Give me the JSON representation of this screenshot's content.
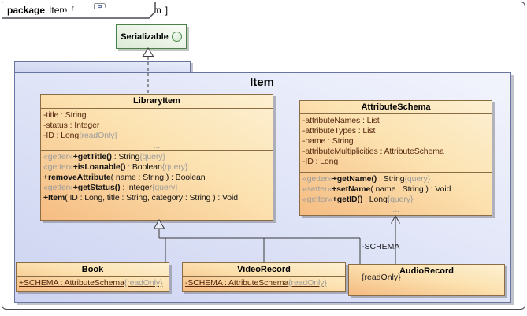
{
  "colors": {
    "class_fill": "#f5bc82",
    "class_border": "#8a6d45",
    "package_fill": "#cdd4f1",
    "package_border": "#6a74a0",
    "interface_border": "#4b8048",
    "attribute_text": "#56280e",
    "muted_text": "#9c9c9c"
  },
  "frame_header": {
    "kind": "package",
    "name": "Item",
    "open_bracket": "[",
    "diagram_ref": "domain.Item",
    "close_bracket": "]"
  },
  "package": {
    "title": "Item"
  },
  "interface": {
    "name": "Serializable"
  },
  "classes": {
    "library_item": {
      "name": "LibraryItem",
      "attributes": [
        {
          "main": "-title : String"
        },
        {
          "main": "-status : Integer"
        },
        {
          "main": "-ID : Long",
          "tag": "{readOnly}"
        }
      ],
      "attributes_more": "...",
      "operations": [
        {
          "stereo": "«getter»",
          "name": "+getTitle()",
          "rest": " : String",
          "tag": "{query}"
        },
        {
          "stereo": "«getter»",
          "name": "+isLoanable()",
          "rest": " : Boolean",
          "tag": "{query}"
        },
        {
          "name": "+removeAttribute",
          "rest": "( name : String ) : Boolean"
        },
        {
          "stereo": "«getter»",
          "name": "+getStatus()",
          "rest": " : Integer",
          "tag": "{query}"
        },
        {
          "name": "+Item",
          "rest": "( ID : Long, title : String, category : String ) : Void"
        }
      ],
      "operations_more": "..."
    },
    "attribute_schema": {
      "name": "AttributeSchema",
      "attributes": [
        {
          "main": "-attributeNames : List"
        },
        {
          "main": "-attributeTypes : List"
        },
        {
          "main": "-name : String"
        },
        {
          "main": "-attributeMultiplicities : AttributeSchema"
        },
        {
          "main": "-ID : Long"
        }
      ],
      "operations": [
        {
          "stereo": "«getter»",
          "name": "+getName()",
          "rest": " : String",
          "tag": "{query}"
        },
        {
          "stereo": "«setter»",
          "name": "+setName",
          "rest": "( name : String ) : Void"
        },
        {
          "stereo": "«getter»",
          "name": "+getID()",
          "rest": " : Long",
          "tag": "{query}"
        }
      ],
      "operations_more": "..."
    },
    "book": {
      "name": "Book",
      "attributes": [
        {
          "main": "+SCHEMA : AttributeSchema",
          "tag": "{readOnly}"
        }
      ]
    },
    "video_record": {
      "name": "VideoRecord",
      "attributes": [
        {
          "main": "-SCHEMA : AttributeSchema",
          "tag": "{readOnly}"
        }
      ]
    },
    "audio_record": {
      "name": "AudioRecord"
    }
  },
  "association": {
    "role": "-SCHEMA",
    "constraint": "{readOnly}"
  }
}
